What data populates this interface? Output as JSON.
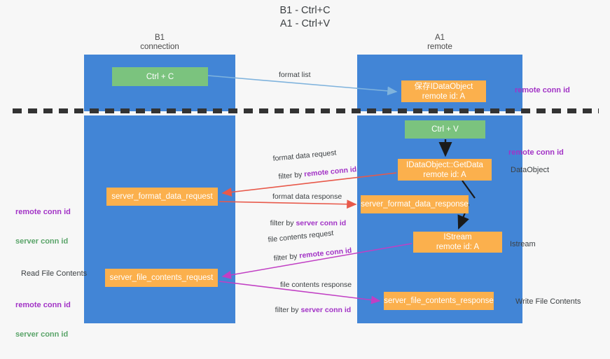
{
  "title": "B1 - Ctrl+C\nA1 - Ctrl+V",
  "columns": {
    "left": {
      "header": "B1\nconnection"
    },
    "right": {
      "header": "A1\nremote"
    }
  },
  "nodes": {
    "ctrl_c": {
      "label": "Ctrl + C",
      "color": "#7bc37e"
    },
    "idataobject": {
      "label": "保存IDataObject\nremote id: A",
      "color": "#fbb04d"
    },
    "ctrl_v": {
      "label": "Ctrl + V",
      "color": "#7bc37e"
    },
    "getdata": {
      "label": "IDataObject::GetData\nremote id: A",
      "color": "#fbb04d"
    },
    "server_format_data_request": {
      "label": "server_format_data_request",
      "color": "#fbb04d"
    },
    "server_format_data_response": {
      "label": "server_format_data_response",
      "color": "#fbb04d"
    },
    "istream": {
      "label": "IStream\nremote id: A",
      "color": "#fbb04d"
    },
    "server_file_contents_request": {
      "label": "server_file_contents_request",
      "color": "#fbb04d"
    },
    "server_file_contents_response": {
      "label": "server_file_contents_response",
      "color": "#fbb04d"
    }
  },
  "edges": {
    "format_list": {
      "label": "format list",
      "color": "#7fb3dd"
    },
    "format_data_request": {
      "label": "format data request",
      "filter_prefix": "filter by ",
      "filter_key": "remote conn id",
      "color": "#e8594a"
    },
    "format_data_response": {
      "label": "format data response",
      "filter_prefix": "filter by ",
      "filter_key": "server conn id",
      "color": "#e8594a"
    },
    "file_contents_request": {
      "label": "file contents request",
      "filter_prefix": "filter by ",
      "filter_key": "remote conn id",
      "color": "#c13fc4"
    },
    "file_contents_response": {
      "label": "file contents response",
      "filter_prefix": "filter by ",
      "filter_key": "server conn id",
      "color": "#c13fc4"
    }
  },
  "annotations": {
    "remote_conn_id_top": "remote conn id",
    "remote_conn_id_mid": "remote conn id",
    "dataobject": "DataObject",
    "istream_out": "Istream",
    "write_file_contents": "Write File Contents",
    "read_file_contents": "Read File Contents",
    "left_mid_remote": "remote conn id",
    "left_mid_server": "server conn id",
    "left_bottom_remote": "remote conn id",
    "left_bottom_server": "server conn id"
  },
  "colors": {
    "lane": "#4285d6",
    "purple": "#a233c6",
    "green_text": "#5aa469",
    "divider": "#333333",
    "background": "#f7f7f7"
  }
}
